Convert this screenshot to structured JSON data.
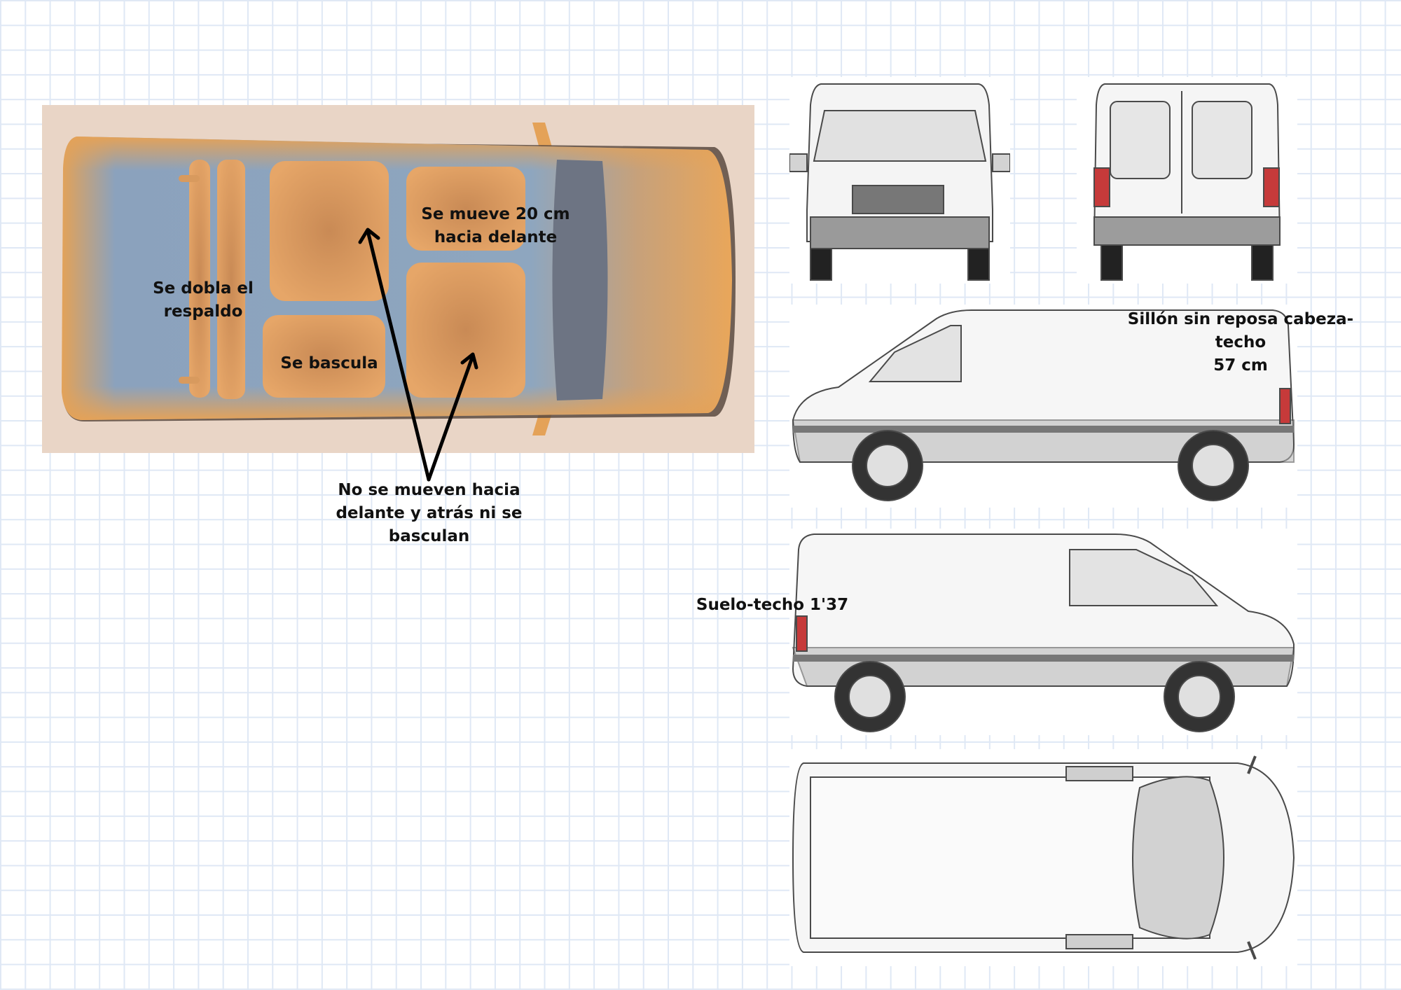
{
  "annotations": {
    "moves_forward": [
      "Se mueve 20 cm",
      "hacia delante"
    ],
    "folds_backrest": [
      "Se dobla el",
      "respaldo"
    ],
    "tilts": "Se bascula",
    "no_move": [
      "No se mueven hacia",
      "delante y atrás ni se",
      "basculan"
    ],
    "seat_roof": [
      "Sillón sin reposa cabeza-techo",
      "57 cm"
    ],
    "floor_roof": "Suelo-techo 1'37"
  },
  "colors": {
    "interior_photo_bg": "#e8d5c5",
    "van_body": "#e4a15e",
    "floor": "#8ea3b5",
    "seat": "#d9975c",
    "windshield": "#6e7482",
    "line_art": "#4a4a4a",
    "arrow": "#000000"
  }
}
